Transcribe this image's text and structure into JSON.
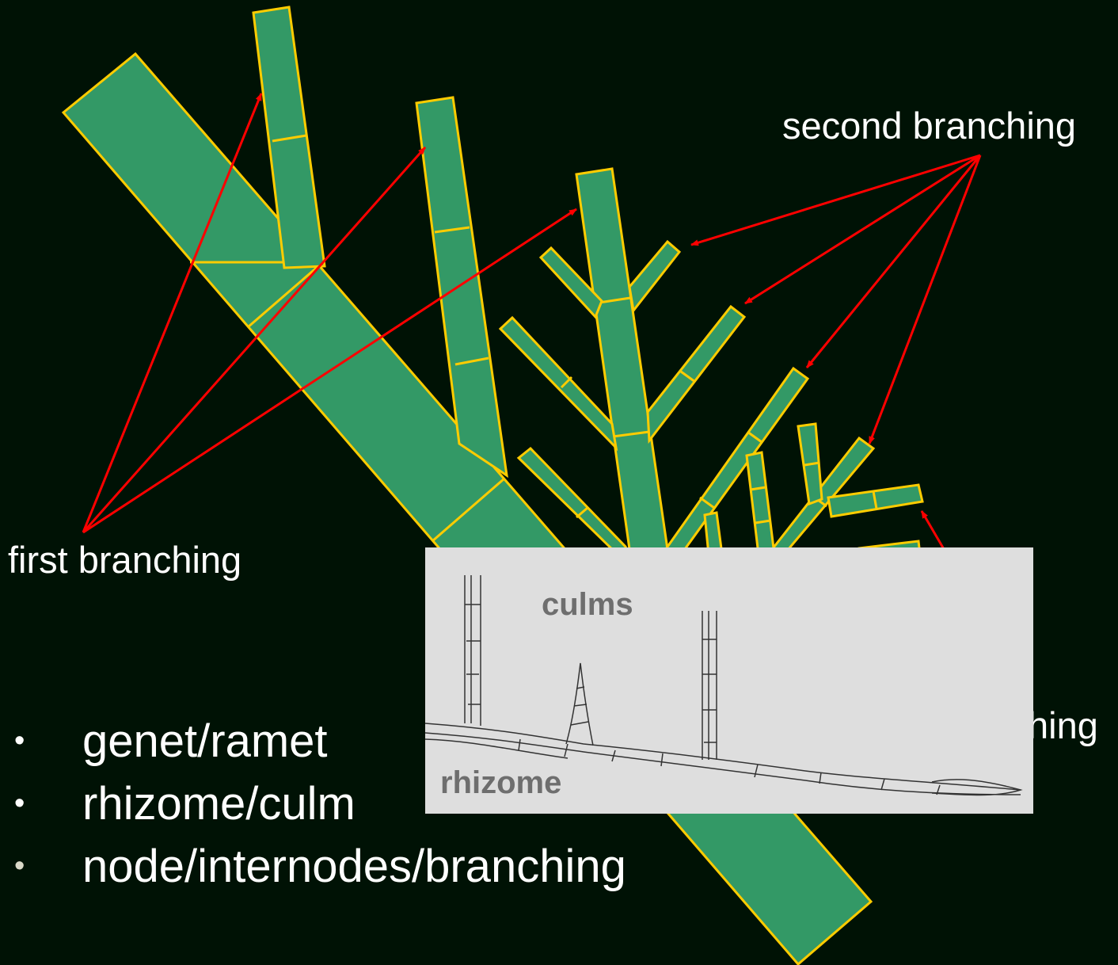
{
  "labels": {
    "first_branching": "first branching",
    "second_branching": "second branching",
    "partial_label": "hing"
  },
  "bullets": [
    {
      "marker": "•",
      "text": "genet/ramet"
    },
    {
      "marker": "•",
      "text": "rhizome/culm"
    },
    {
      "marker": "•",
      "text": "node/internodes/branching"
    }
  ],
  "inset": {
    "culms_label": "culms",
    "rhizome_label": "rhizome"
  },
  "colors": {
    "background": "#001205",
    "segment_fill": "#339966",
    "segment_stroke": "#FFCC00",
    "arrow": "#FF0000",
    "inset_bg": "#DEDEDE"
  }
}
